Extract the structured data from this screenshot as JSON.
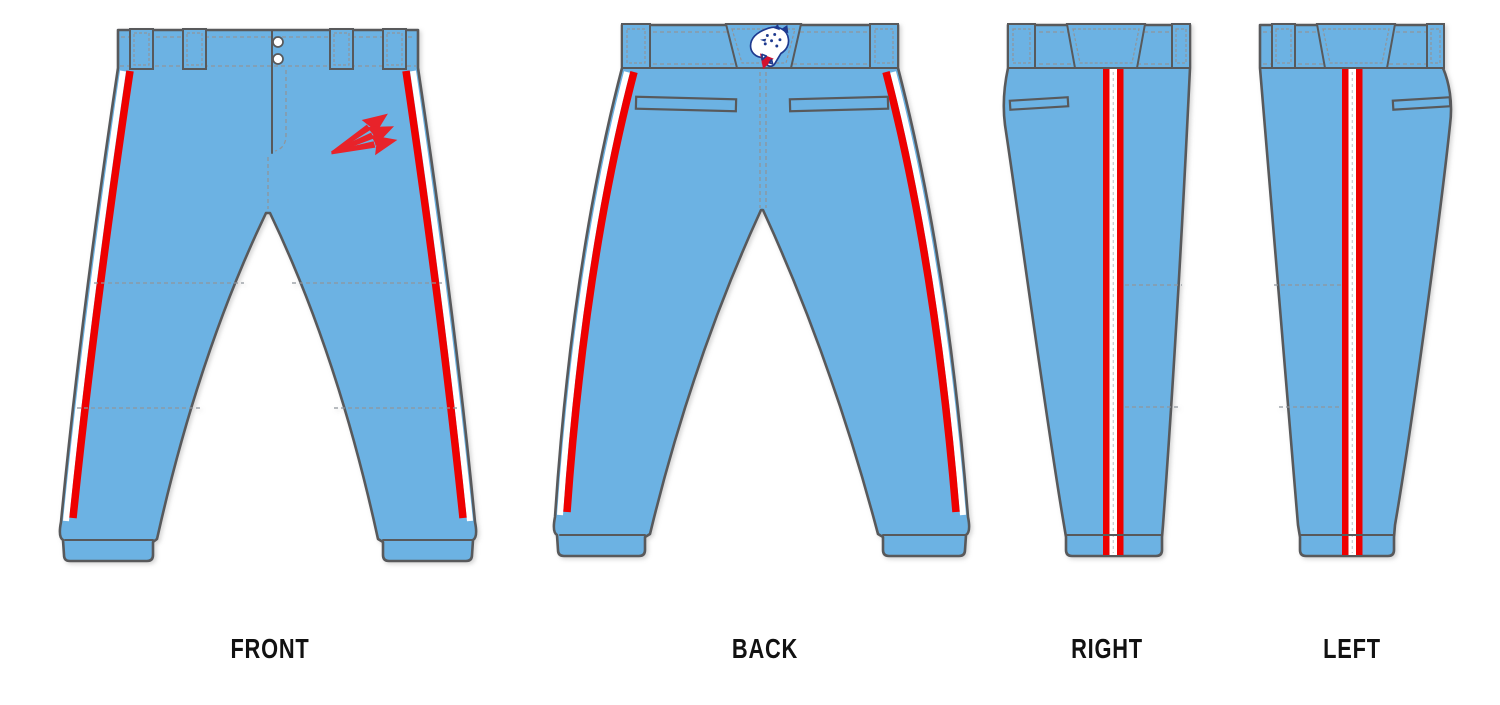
{
  "views": [
    {
      "id": "front",
      "label": "FRONT"
    },
    {
      "id": "back",
      "label": "BACK"
    },
    {
      "id": "right",
      "label": "RIGHT"
    },
    {
      "id": "left",
      "label": "LEFT"
    }
  ],
  "logos": {
    "front": "triton-logo",
    "back": "jaguar-logo"
  },
  "colors": {
    "fabric_blue": "#6CB2E3",
    "trim_red": "#EE0000",
    "piping_white": "#FFFFFF",
    "outline_gray": "#58595B",
    "stitch_gray": "#8F959B",
    "label_black": "#111111",
    "logo_red": "#E8232A",
    "jaguar_navy": "#1E3A8F",
    "jaguar_red": "#D5112E"
  }
}
